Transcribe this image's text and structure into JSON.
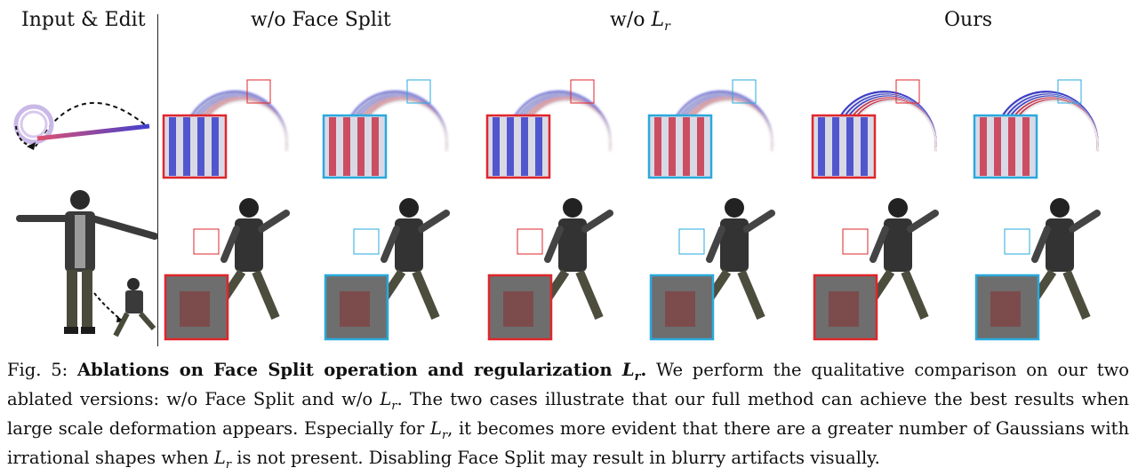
{
  "headers": {
    "input_edit": "Input & Edit",
    "wo_face_split": "w/o Face Split",
    "wo_lr_prefix": "w/o ",
    "lr_symbol": "L",
    "lr_sub": "r",
    "ours": "Ours"
  },
  "caption": {
    "fig_label": "Fig. 5: ",
    "title": "Ablations on Face Split operation and regularization ",
    "title_symbol": "L",
    "title_sub": "r",
    "title_end": ".",
    "body_1": " We perform the qualitative comparison on our two ablated versions: w/o Face Split and w/o ",
    "body_sym_1": "L",
    "body_sub_1": "r",
    "body_2": ". The two cases illustrate that our full method can achieve the best results when large scale deformation appears. Especially for ",
    "body_sym_2": "L",
    "body_sub_2": "r",
    "body_3": ", it becomes more evident that there are a greater number of Gaussians with irrational shapes when ",
    "body_sym_3": "L",
    "body_sub_3": "r",
    "body_4": " is not present. Disabling Face Split may result in blurry artifacts visually."
  },
  "colors": {
    "red_box": "#e0262b",
    "blue_box": "#2aa9dc",
    "stripe_blue": "#3a3ec8",
    "stripe_red": "#c8344a"
  },
  "icons": [
    "arrow-icon",
    "spring-icon",
    "character-icon"
  ]
}
